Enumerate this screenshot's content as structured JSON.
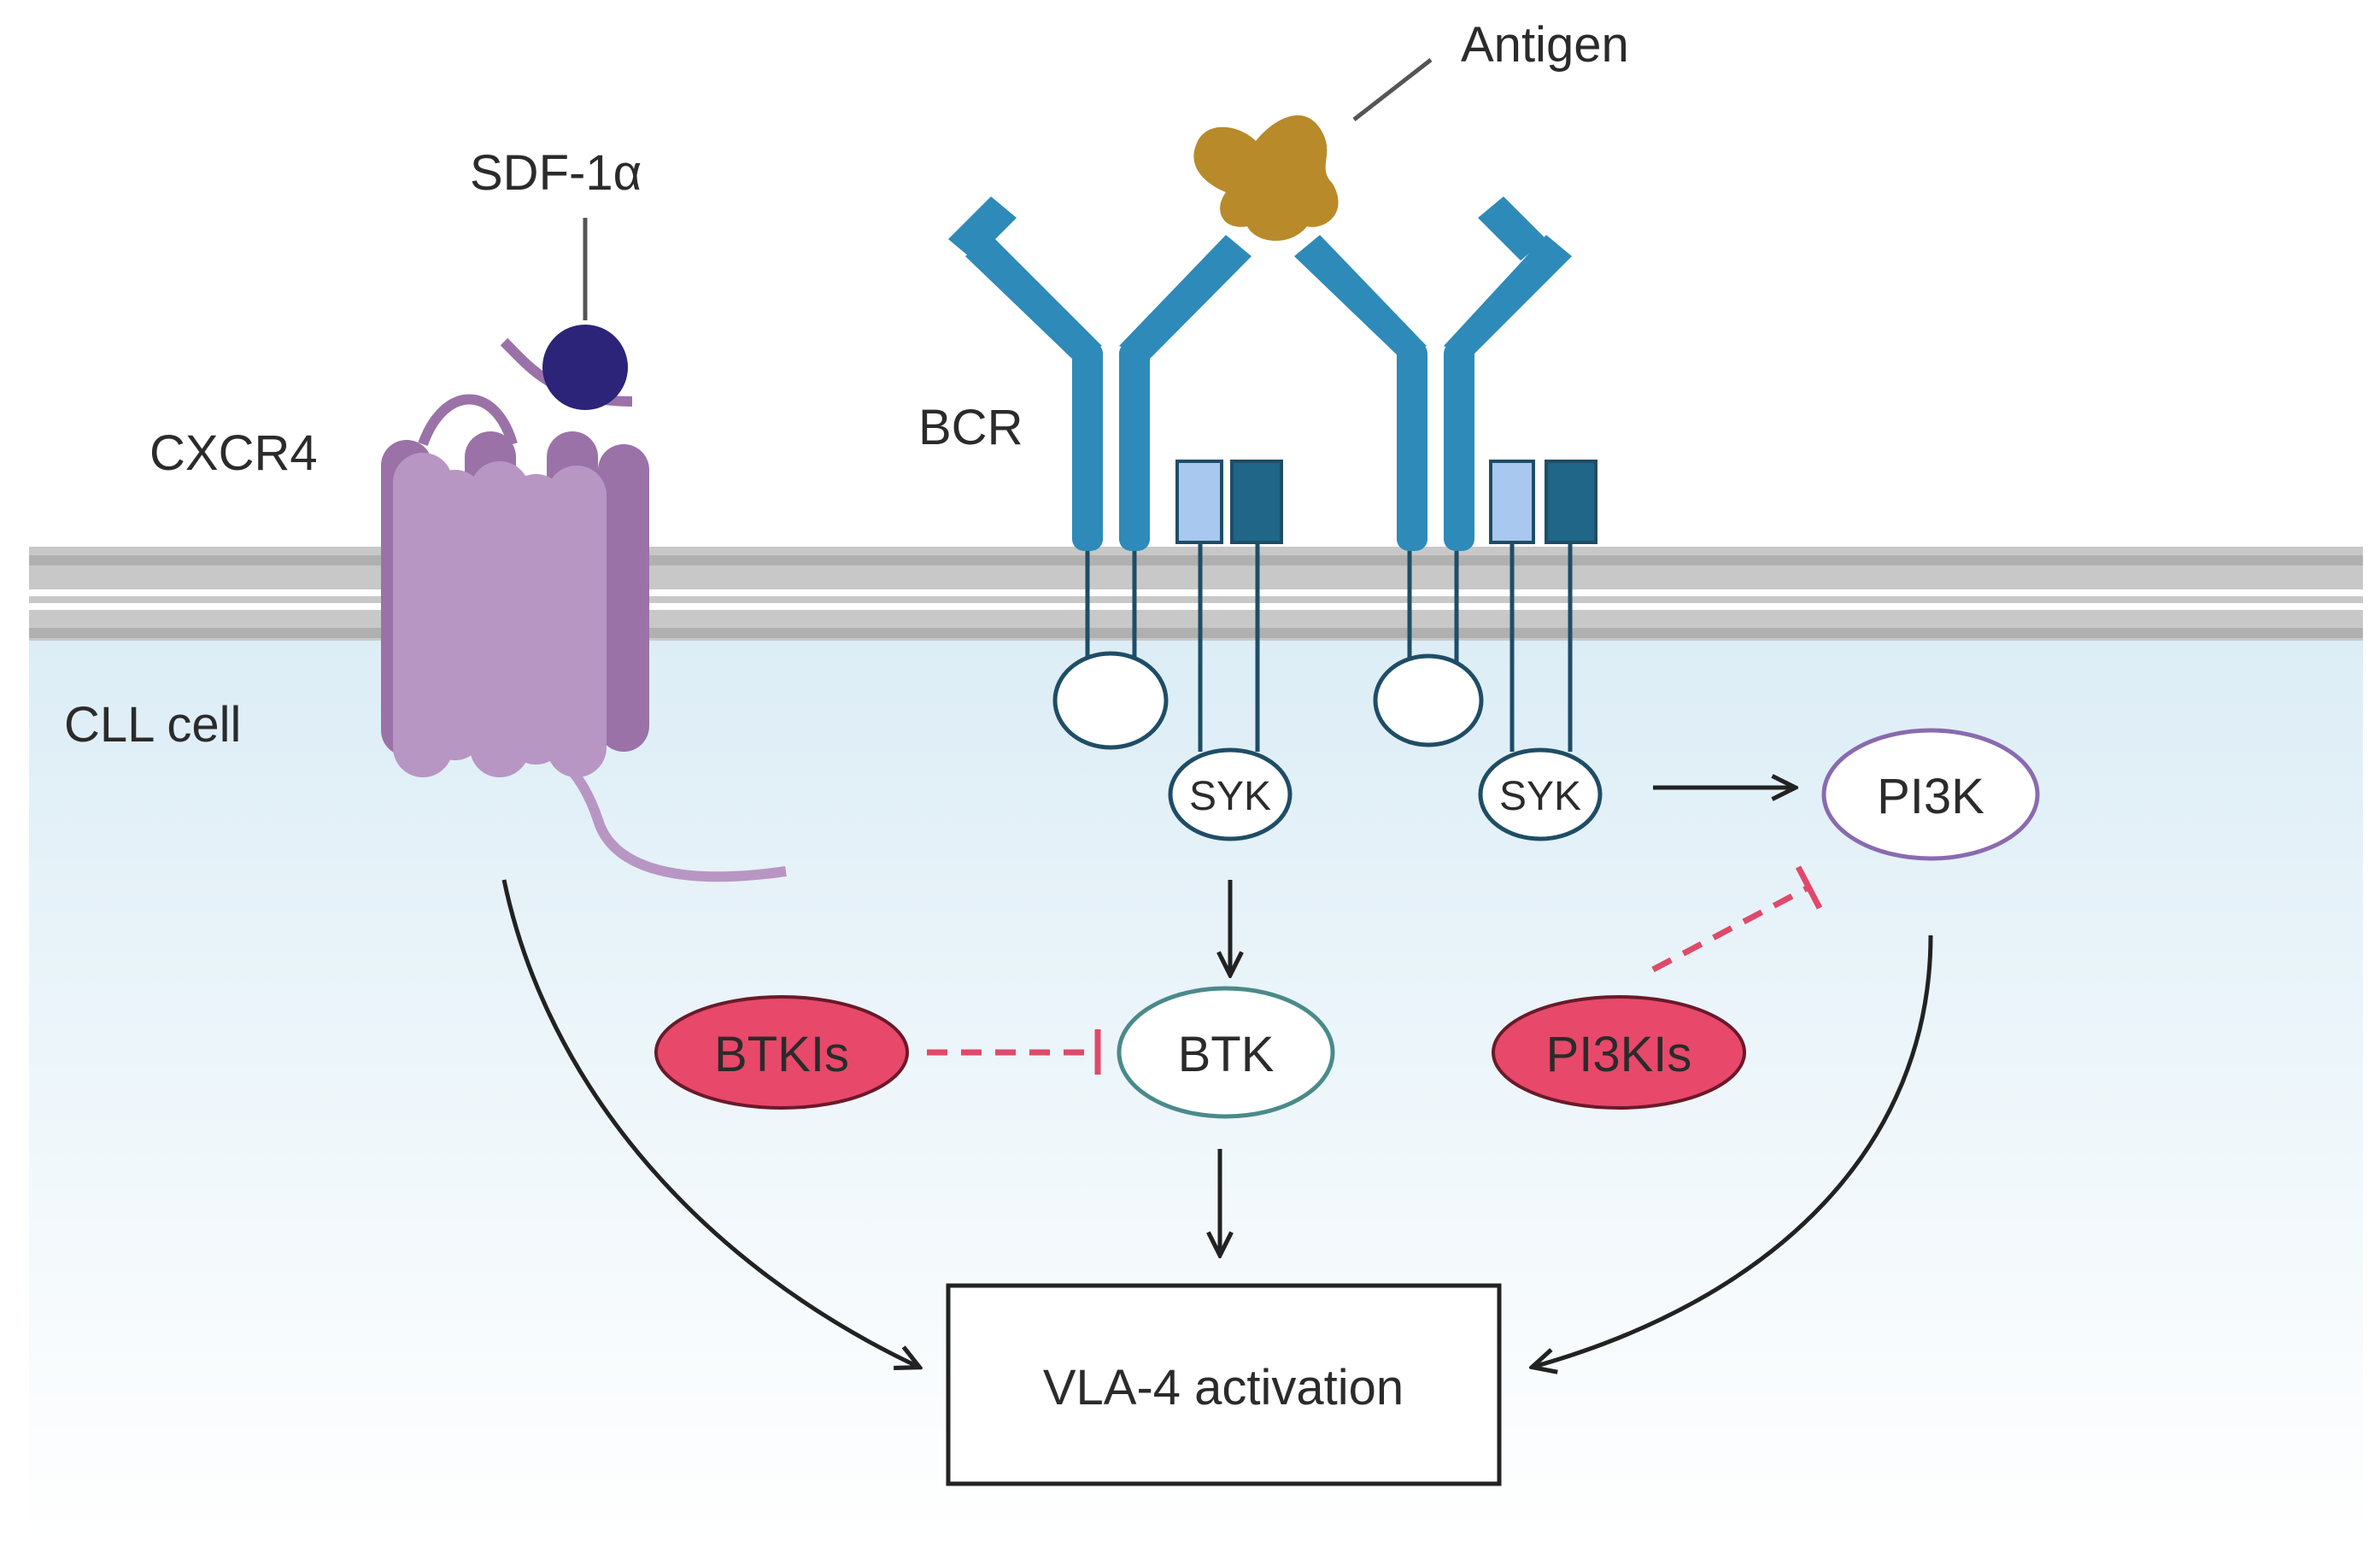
{
  "labels": {
    "antigen": "Antigen",
    "sdf1a": "SDF-1α",
    "cxcr4": "CXCR4",
    "bcr": "BCR",
    "cll_cell": "CLL cell",
    "syk_left": "SYK",
    "syk_right": "SYK",
    "pi3k": "PI3K",
    "btk": "BTK",
    "btkis": "BTKIs",
    "pi3kis": "PI3KIs",
    "vla4": "VLA-4 activation"
  },
  "colors": {
    "bcr_blue": "#2e8ab8",
    "cxcr4_purple": "#b896c4",
    "cxcr4_dark": "#9a72a8",
    "sdf_ball": "#2b2478",
    "antigen_gold": "#b88a2a",
    "inhibitor_red": "#e8486a",
    "btk_outline": "#4a8a8a",
    "pi3k_outline": "#8a6ab0"
  }
}
